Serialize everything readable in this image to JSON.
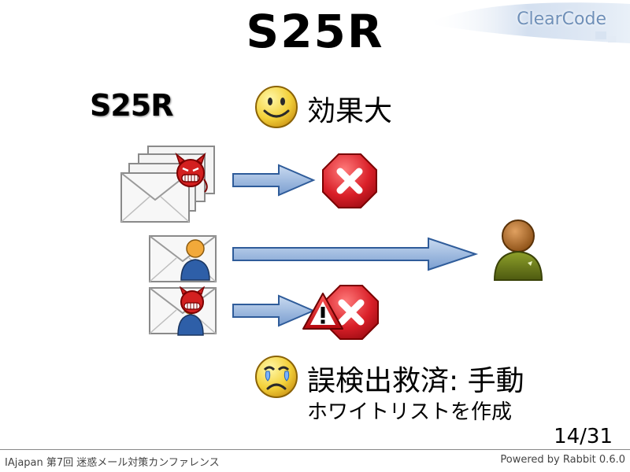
{
  "slide": {
    "title": "S25R",
    "subtitle": "S25R",
    "effect_label": "効果大",
    "rescue_label": "誤検出救済: 手動",
    "whitelist_label": "ホワイトリストを作成",
    "page": "14/31"
  },
  "brand": {
    "logo_text": "ClearCode"
  },
  "footer": {
    "left": "IAjapan 第7回 迷惑メール対策カンファレンス",
    "right": "Powered by Rabbit 0.6.0"
  },
  "icons": {
    "smile": "smiley-happy-icon",
    "sad": "smiley-crying-icon",
    "reject": "red-x-octagon-icon",
    "warning": "warning-triangle-icon",
    "person": "person-icon",
    "envelope": "envelope-icon",
    "devil": "devil-icon",
    "arrow": "arrow-right-icon"
  },
  "colors": {
    "arrow_fill": "#8fb0dc",
    "reject_red": "#d0202a",
    "warning_red": "#c8141a",
    "person_brown": "#b46d2a",
    "person_green": "#6a7b1c"
  }
}
